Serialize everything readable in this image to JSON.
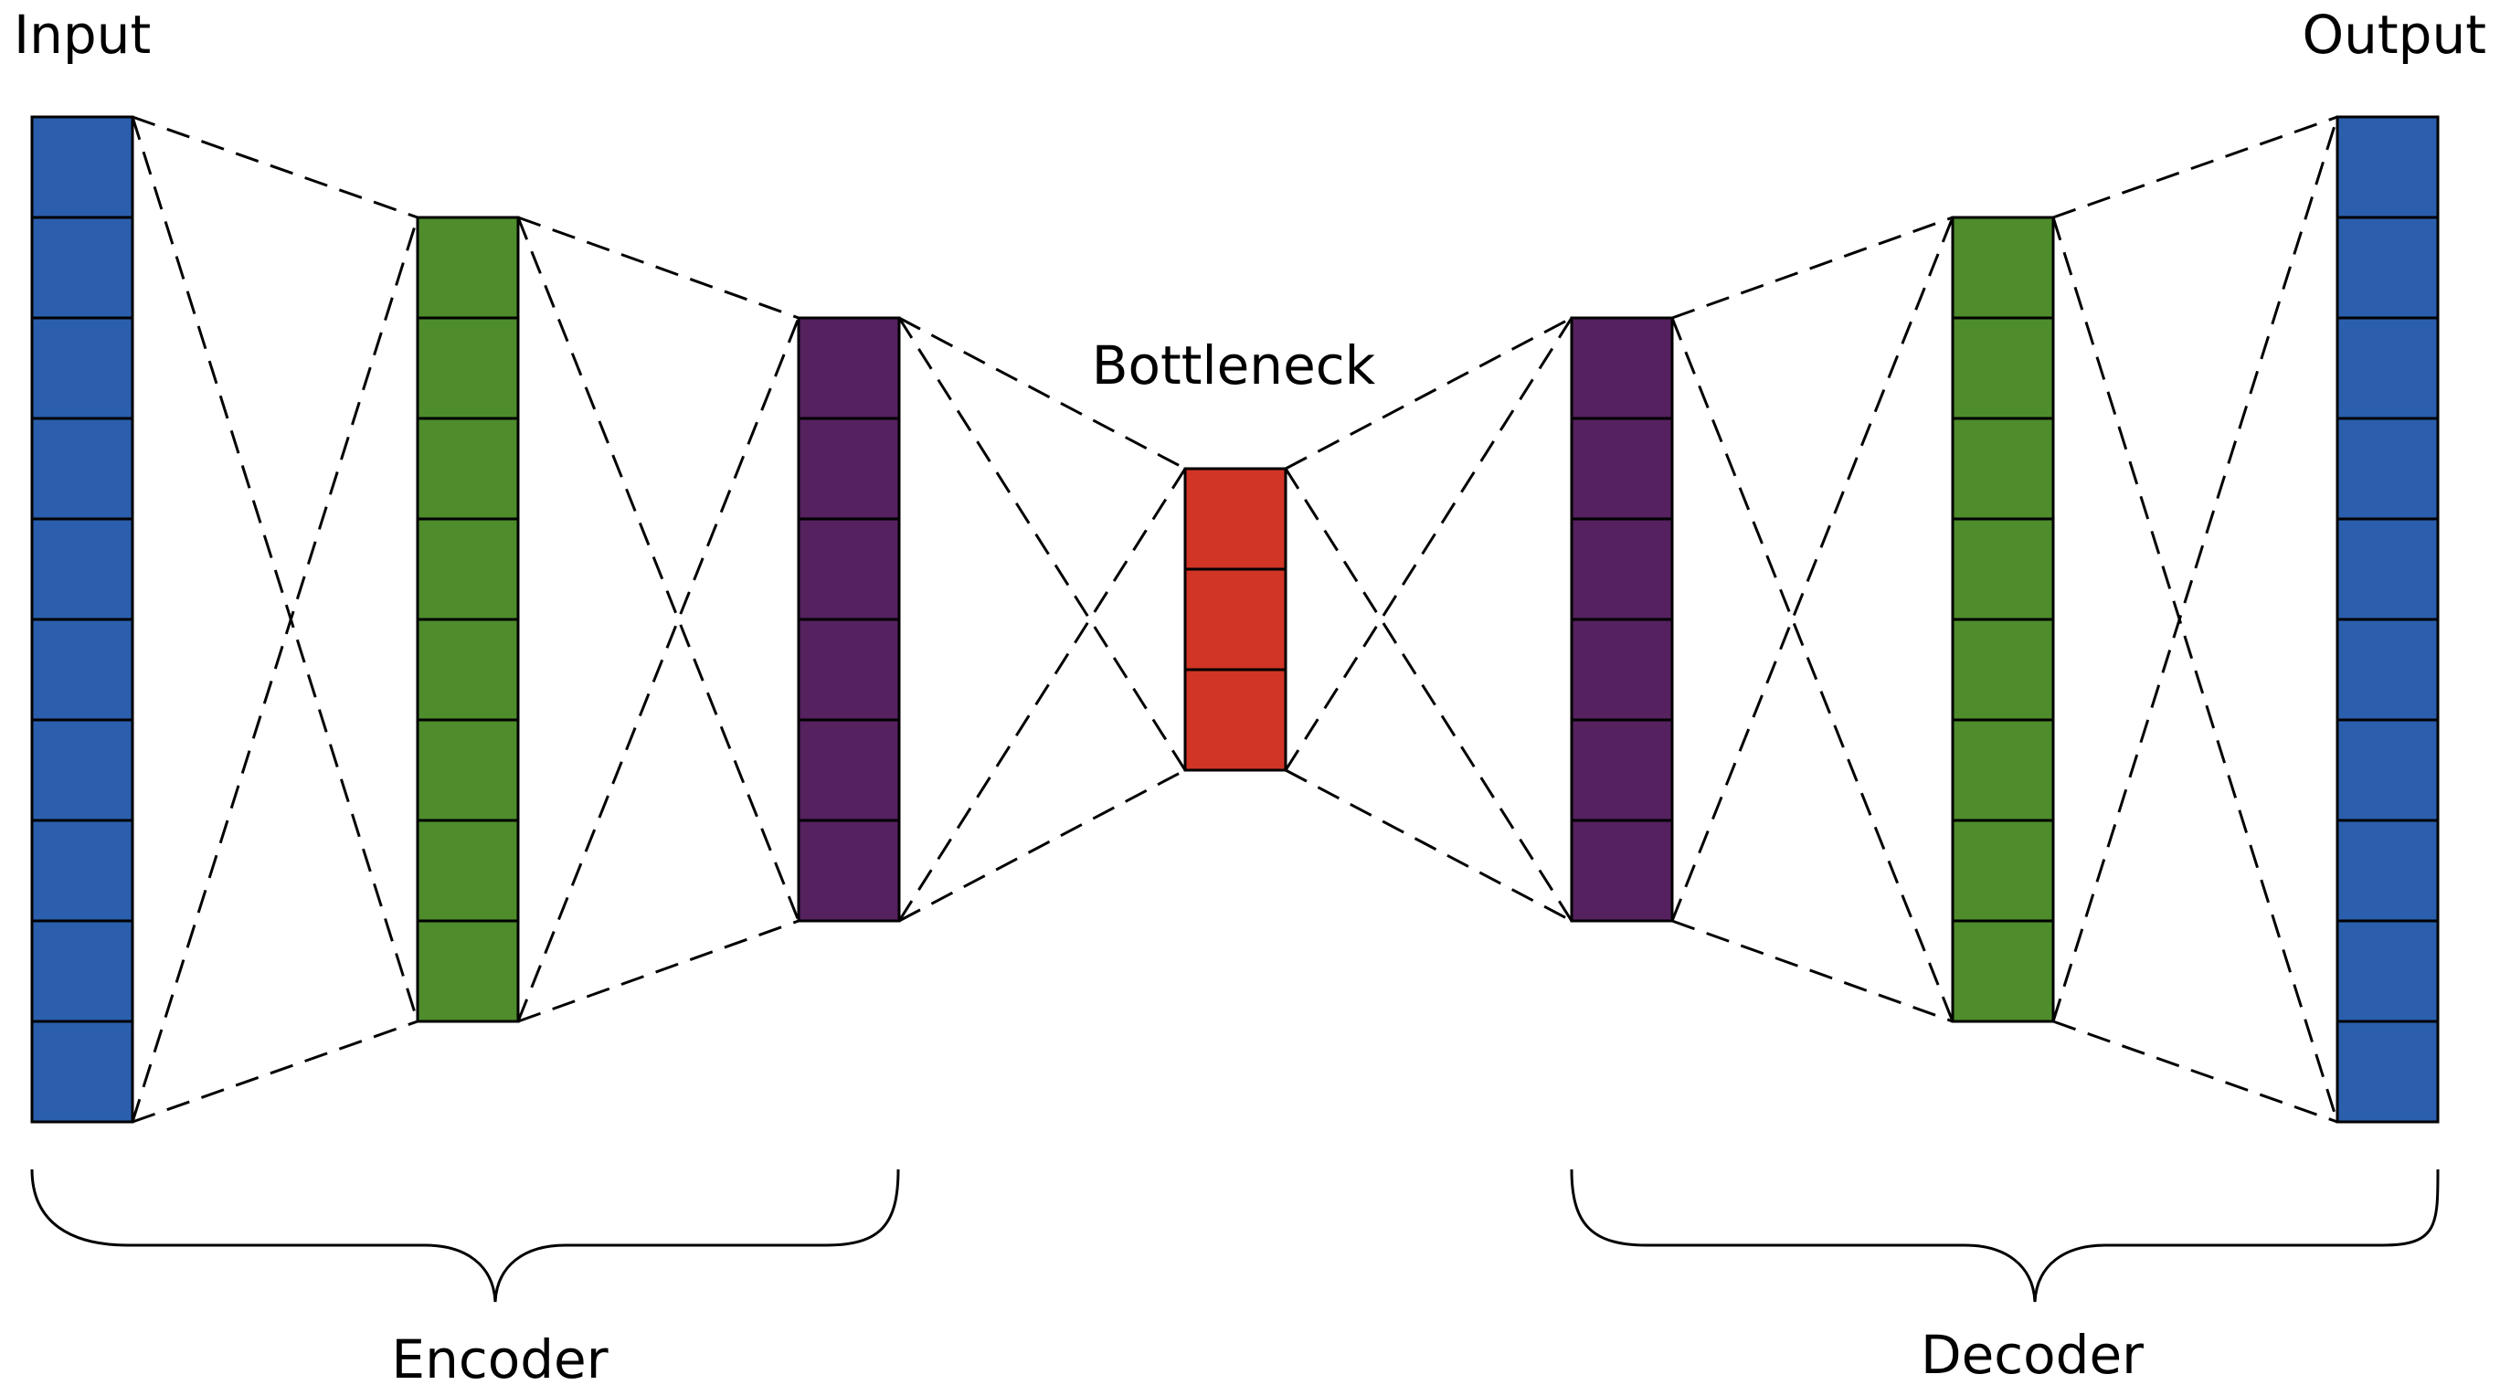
{
  "labels": {
    "input": "Input",
    "output": "Output",
    "bottleneck": "Bottleneck",
    "encoder": "Encoder",
    "decoder": "Decoder"
  },
  "layers": [
    {
      "id": "input-layer",
      "units": 10,
      "color": "#2b5fad"
    },
    {
      "id": "encoder-hidden-1",
      "units": 8,
      "color": "#4e8c2c"
    },
    {
      "id": "encoder-hidden-2",
      "units": 6,
      "color": "#55215e"
    },
    {
      "id": "bottleneck-layer",
      "units": 3,
      "color": "#d03526"
    },
    {
      "id": "decoder-hidden-1",
      "units": 6,
      "color": "#55215e"
    },
    {
      "id": "decoder-hidden-2",
      "units": 8,
      "color": "#4e8c2c"
    },
    {
      "id": "output-layer",
      "units": 10,
      "color": "#2b5fad"
    }
  ],
  "colors": {
    "stroke": "#000000",
    "connector": "#000000"
  }
}
